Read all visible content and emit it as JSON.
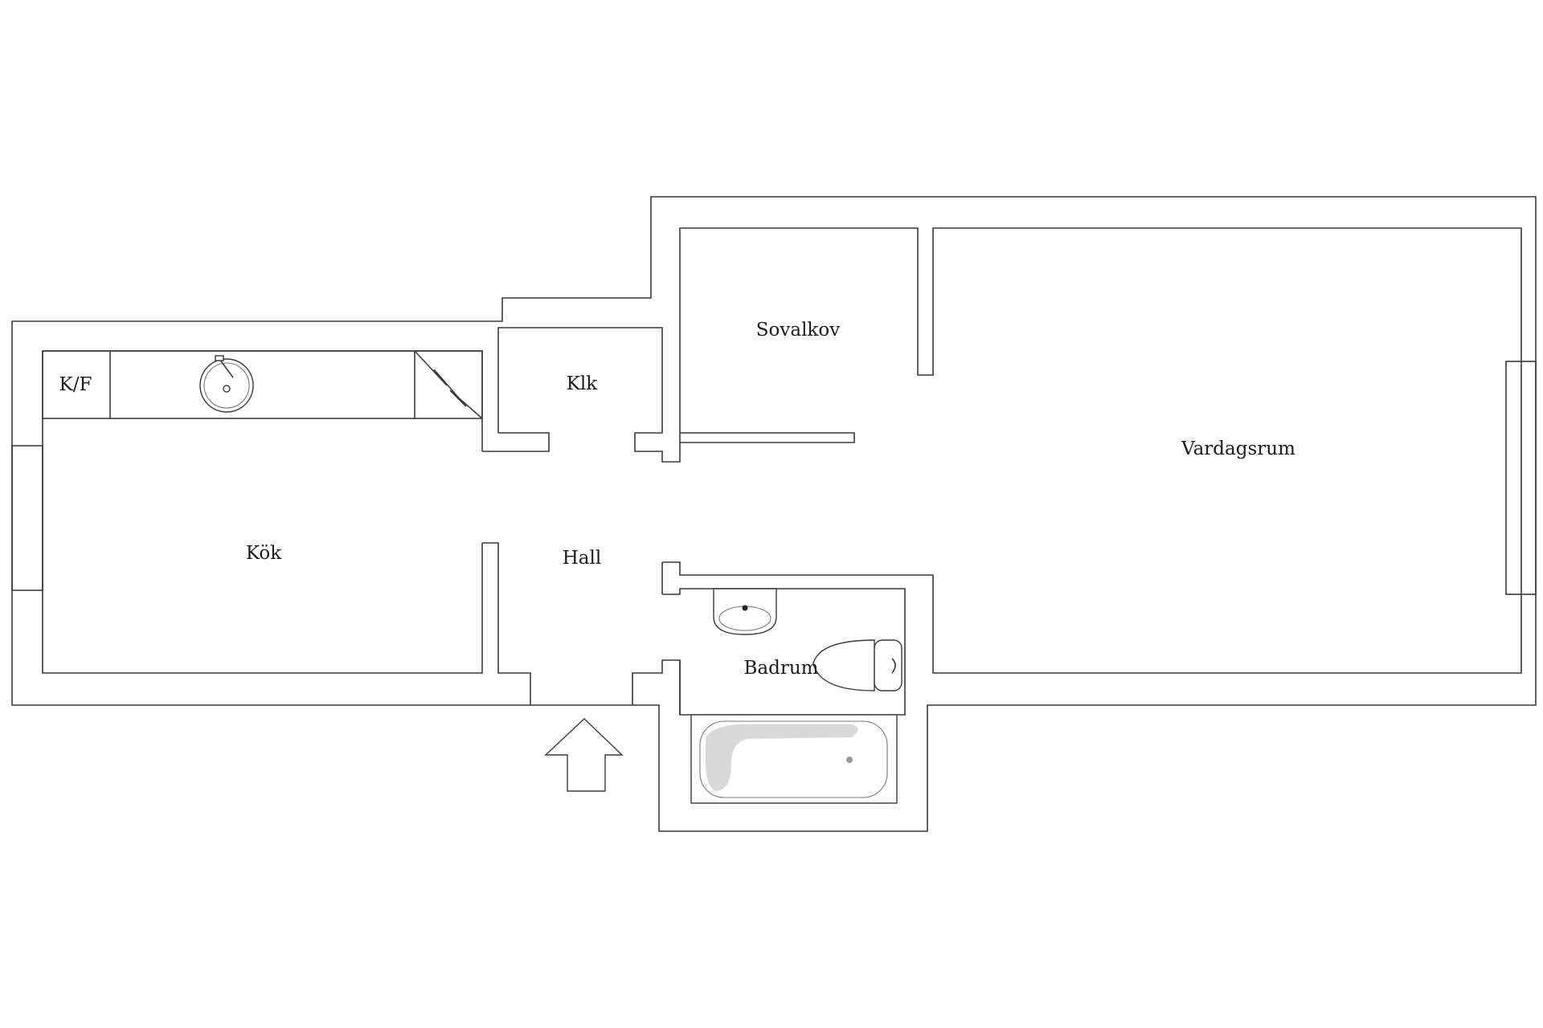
{
  "rooms": {
    "kok": "Kök",
    "kf": "K/F",
    "klk": "Klk",
    "hall": "Hall",
    "sovalkov": "Sovalkov",
    "vardagsrum": "Vardagsrum",
    "badrum": "Badrum"
  },
  "entrance": {
    "icon": "entrance-arrow-icon"
  }
}
